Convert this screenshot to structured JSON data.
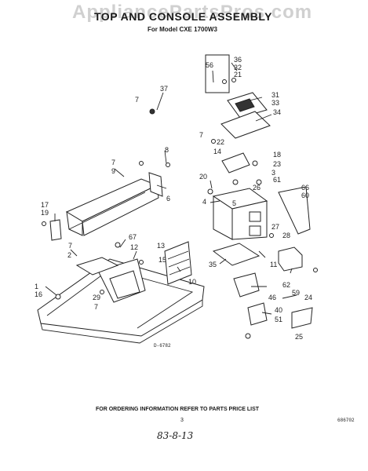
{
  "header": {
    "watermark": "AppliancePartsPros.com",
    "title": "TOP AND CONSOLE ASSEMBLY",
    "subtitle": "For Model CXE 1700W3"
  },
  "footer": {
    "ordering_note": "FOR ORDERING INFORMATION REFER TO PARTS PRICE LIST",
    "page_number": "3",
    "catalog_number": "686702",
    "drawing_number": "D-6782",
    "handwritten": "83-8-13"
  },
  "callouts": [
    "1",
    "2",
    "3",
    "4",
    "5",
    "6",
    "7",
    "7",
    "7",
    "7",
    "7",
    "8",
    "9",
    "10",
    "11",
    "12",
    "13",
    "14",
    "15",
    "16",
    "17",
    "18",
    "19",
    "20",
    "21",
    "22",
    "23",
    "24",
    "25",
    "26",
    "27",
    "28",
    "29",
    "31",
    "32",
    "33",
    "34",
    "35",
    "36",
    "37",
    "40",
    "46",
    "51",
    "56",
    "59",
    "60",
    "61",
    "62",
    "66",
    "67"
  ]
}
